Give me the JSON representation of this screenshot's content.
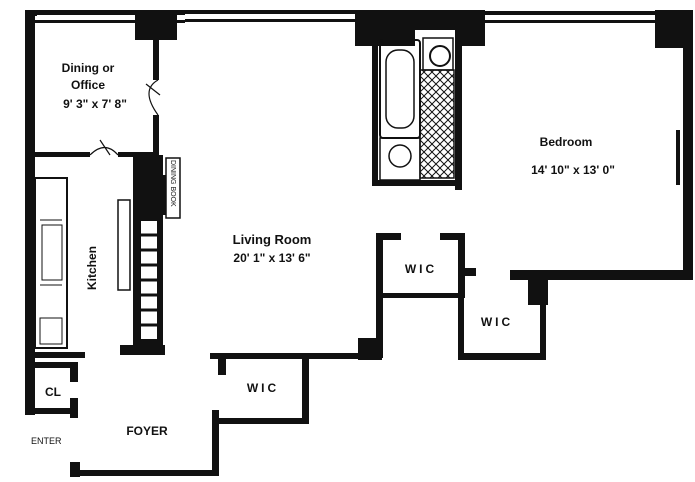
{
  "rooms": {
    "dining": {
      "line1": "Dining or",
      "line2": "Office",
      "dims": "9' 3\" x 7' 8\""
    },
    "bedroom": {
      "name": "Bedroom",
      "dims": "14' 10\" x 13' 0\""
    },
    "living": {
      "name": "Living Room",
      "dims": "20' 1\" x 13' 6\""
    },
    "kitchen": {
      "name": "Kitchen"
    },
    "closet": {
      "name": "CL"
    },
    "foyer": {
      "name": "FOYER"
    },
    "wic_center": {
      "name": "WIC"
    },
    "wic_right": {
      "name": "WIC"
    },
    "wic_foyer": {
      "name": "WIC"
    }
  },
  "labels": {
    "enter": "ENTER",
    "fireplace": "DINING BOOK"
  },
  "colors": {
    "ink": "#111111",
    "paper": "#ffffff"
  }
}
